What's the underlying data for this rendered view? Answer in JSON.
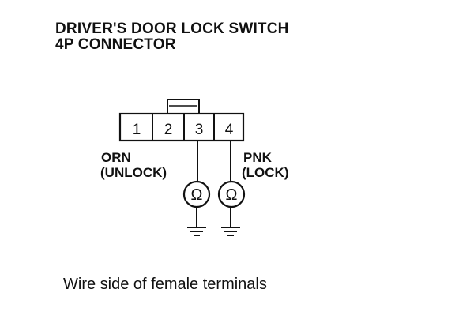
{
  "title": {
    "line1": "DRIVER'S DOOR LOCK SWITCH",
    "line2": "4P CONNECTOR"
  },
  "connector": {
    "pins": [
      "1",
      "2",
      "3",
      "4"
    ]
  },
  "wires": {
    "left": {
      "color": "ORN",
      "function": "(UNLOCK)"
    },
    "right": {
      "color": "PNK",
      "function": "(LOCK)"
    }
  },
  "meters": {
    "left_symbol": "Ω",
    "right_symbol": "Ω"
  },
  "caption": "Wire side of female terminals"
}
